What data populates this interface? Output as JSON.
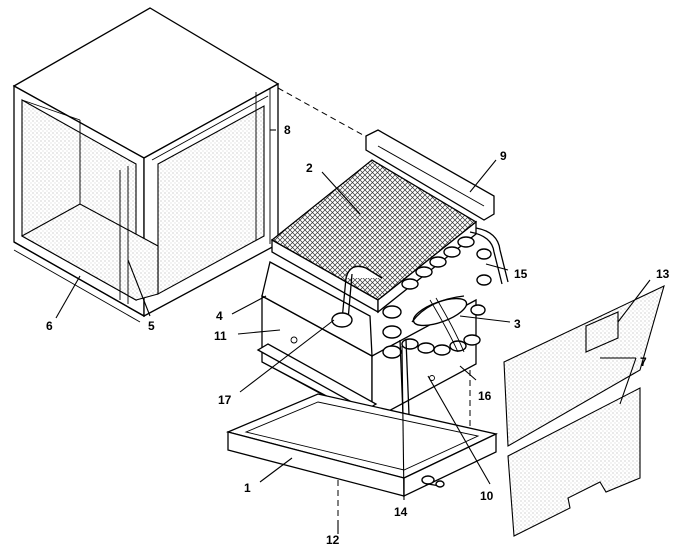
{
  "colors": {
    "ink": "#000000",
    "paper": "#ffffff",
    "stipple": "#b8b8b8"
  },
  "labels": {
    "p1": "1",
    "p2": "2",
    "p3": "3",
    "p4": "4",
    "p5": "5",
    "p6": "6",
    "p7": "7",
    "p8": "8",
    "p9": "9",
    "p10": "10",
    "p11": "11",
    "p12": "12",
    "p13": "13",
    "p14": "14",
    "p15": "15",
    "p16": "16",
    "p17": "17"
  }
}
